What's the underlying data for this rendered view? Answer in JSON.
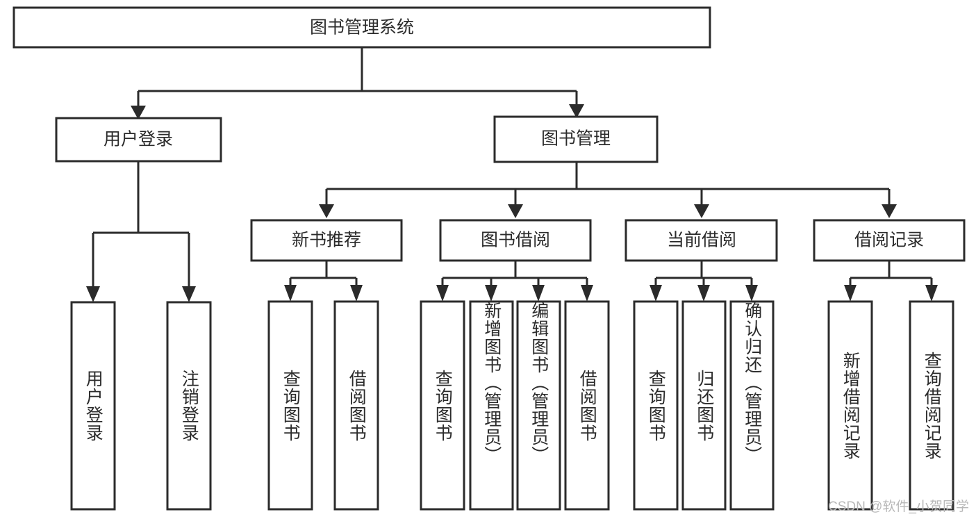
{
  "diagram": {
    "title_node": {
      "label": "图书管理系统"
    },
    "level1": [
      {
        "id": "user-login",
        "label": "用户登录"
      },
      {
        "id": "book-management",
        "label": "图书管理"
      }
    ],
    "level2": [
      {
        "id": "new-book-recommend",
        "label": "新书推荐"
      },
      {
        "id": "book-borrow",
        "label": "图书借阅"
      },
      {
        "id": "current-borrow",
        "label": "当前借阅"
      },
      {
        "id": "borrow-record",
        "label": "借阅记录"
      }
    ],
    "leaves": [
      {
        "id": "leaf-user-login",
        "label": "用户登录"
      },
      {
        "id": "leaf-logout",
        "label": "注销登录"
      },
      {
        "id": "leaf-query-book-1",
        "label": "查询图书"
      },
      {
        "id": "leaf-borrow-book-1",
        "label": "借阅图书"
      },
      {
        "id": "leaf-query-book-2",
        "label": "查询图书"
      },
      {
        "id": "leaf-add-book",
        "label": "新增图书（管理员）"
      },
      {
        "id": "leaf-edit-book",
        "label": "编辑图书（管理员）"
      },
      {
        "id": "leaf-borrow-book-2",
        "label": "借阅图书"
      },
      {
        "id": "leaf-query-book-3",
        "label": "查询图书"
      },
      {
        "id": "leaf-return-book",
        "label": "归还图书"
      },
      {
        "id": "leaf-confirm-return",
        "label": "确认归还（管理员）"
      },
      {
        "id": "leaf-add-record",
        "label": "新增借阅记录"
      },
      {
        "id": "leaf-query-record",
        "label": "查询借阅记录"
      }
    ],
    "watermark": "CSDN @软件_小贺同学",
    "colors": {
      "stroke": "#2b2b2b",
      "fill": "#ffffff",
      "text": "#2b2b2b",
      "watermark": "#b8b8b8",
      "background": "#ffffff"
    }
  }
}
